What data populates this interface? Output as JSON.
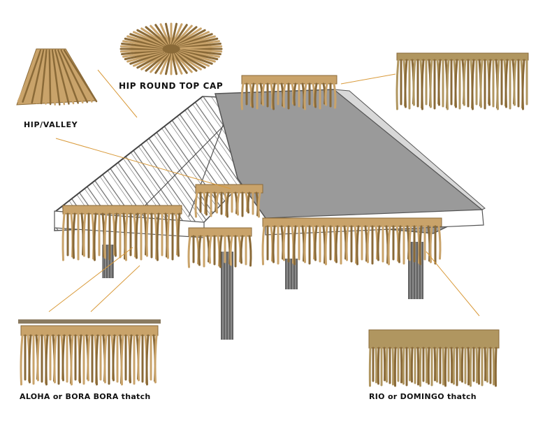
{
  "labels": {
    "hip_round_top_cap": "HIP ROUND TOP CAP",
    "hip_valley": "HIP/VALLEY",
    "aloha": "ALOHA or BORA BORA thatch",
    "rio": "RIO or DOMINGO thatch"
  },
  "colors": {
    "thatch": "#c9a36a",
    "thatch_dark": "#8a6a38",
    "thatch_sample": "#b09660",
    "roof_membrane": "#9a9a9a",
    "frame_line": "#555555",
    "leader_line": "#d99a3a",
    "post": "#6a6a6a"
  }
}
